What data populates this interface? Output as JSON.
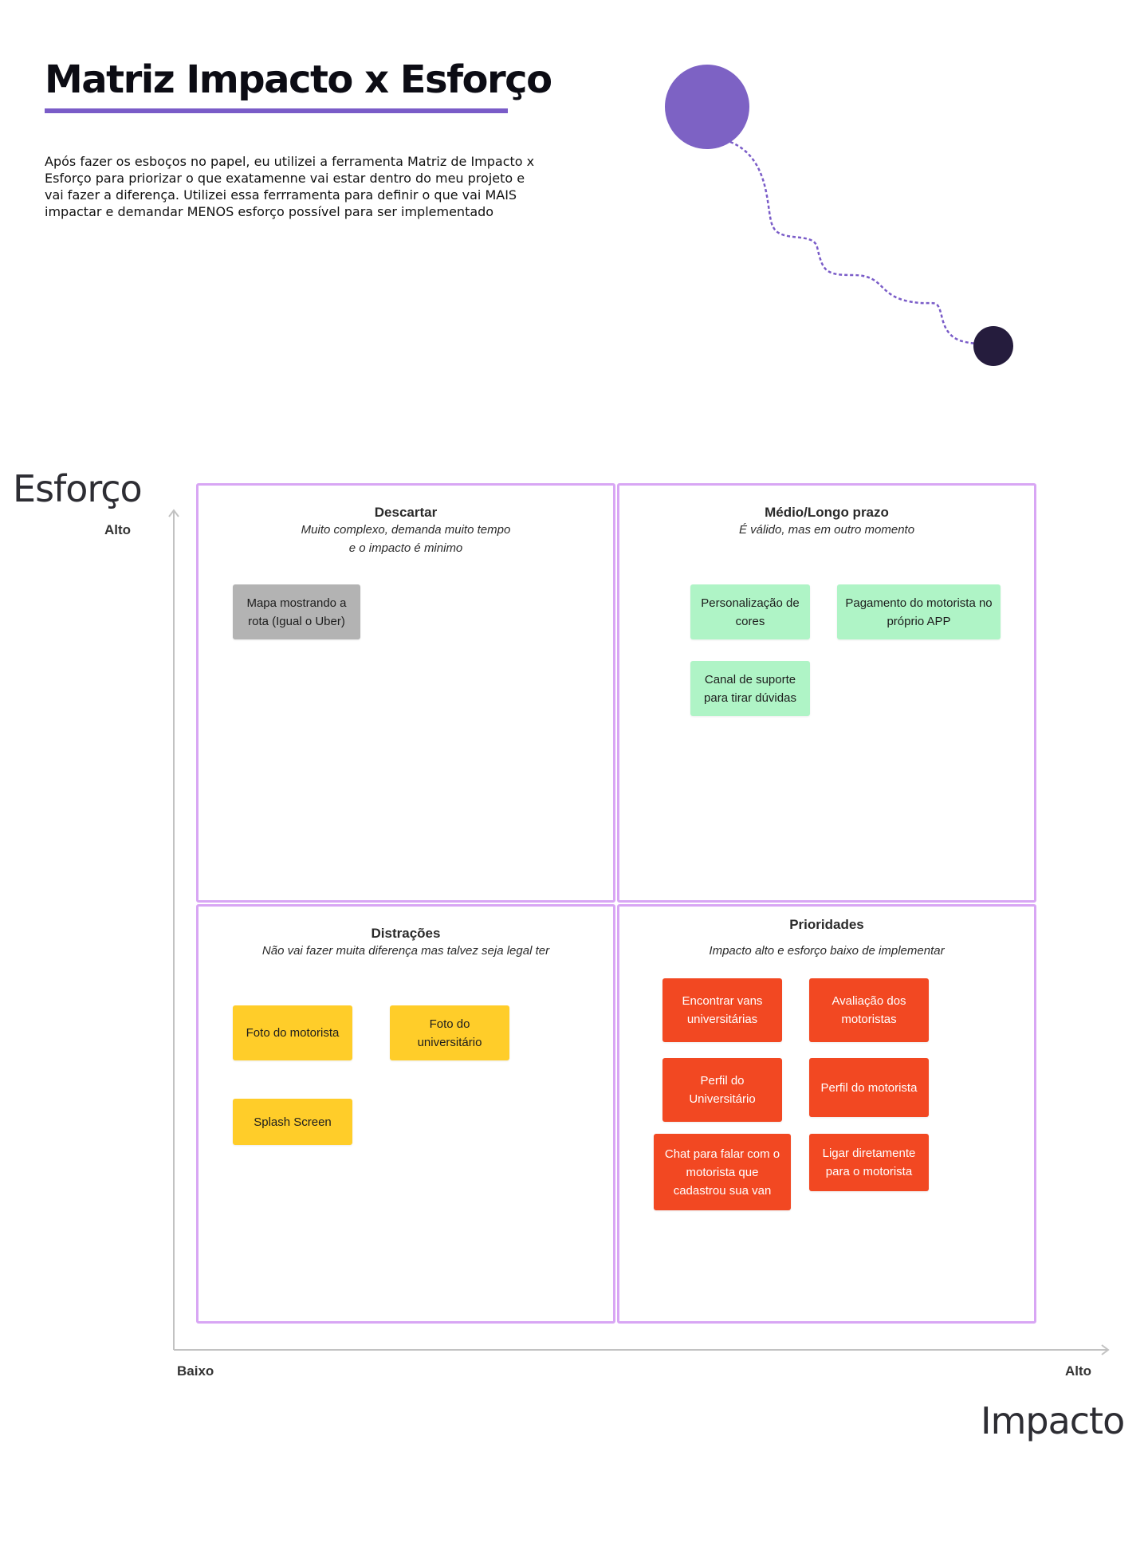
{
  "page": {
    "title": "Matriz Impacto x Esforço",
    "intro": "Após fazer os esboços no papel, eu utilizei a ferramenta Matriz de Impacto x Esforço para priorizar o que exatamenne vai estar dentro do meu projeto e vai fazer a diferença. Utilizei essa ferrramenta para definir o que vai MAIS impactar e demandar MENOS esforço possível para ser implementado"
  },
  "axes": {
    "y_title": "Esforço",
    "y_high": "Alto",
    "x_title": "Impacto",
    "x_low": "Baixo",
    "x_high": "Alto"
  },
  "colors": {
    "accent": "#7a5cc8",
    "quadrant_border": "#d8a6f4",
    "gray": "#b3b3b3",
    "green": "#aff4c6",
    "yellow": "#ffcd29",
    "red": "#f24822",
    "dark_dot": "#251c3d"
  },
  "quadrants": {
    "descartar": {
      "title": "Descartar",
      "desc_1": "Muito complexo, demanda muito tempo",
      "desc_2": "e o impacto é minimo",
      "notes": [
        "Mapa mostrando a rota (Igual o Uber)"
      ]
    },
    "medio": {
      "title": "Médio/Longo prazo",
      "desc_1": "É válido, mas em outro momento",
      "notes": [
        "Personalização de cores",
        "Pagamento do motorista no próprio APP",
        "Canal de suporte para tirar dúvidas"
      ]
    },
    "distracoes": {
      "title": "Distrações",
      "desc_1": "Não vai fazer muita diferença mas talvez seja legal ter",
      "notes": [
        "Foto do motorista",
        "Foto do universitário",
        "Splash Screen"
      ]
    },
    "prioridades": {
      "title": "Prioridades",
      "desc_1": "Impacto alto e esforço baixo de implementar",
      "notes": [
        "Encontrar vans universitárias",
        "Avaliação dos motoristas",
        "Perfil do Universitário",
        "Perfil do motorista",
        "Chat para falar com o motorista que cadastrou sua van",
        "Ligar diretamente para o motorista"
      ]
    }
  }
}
